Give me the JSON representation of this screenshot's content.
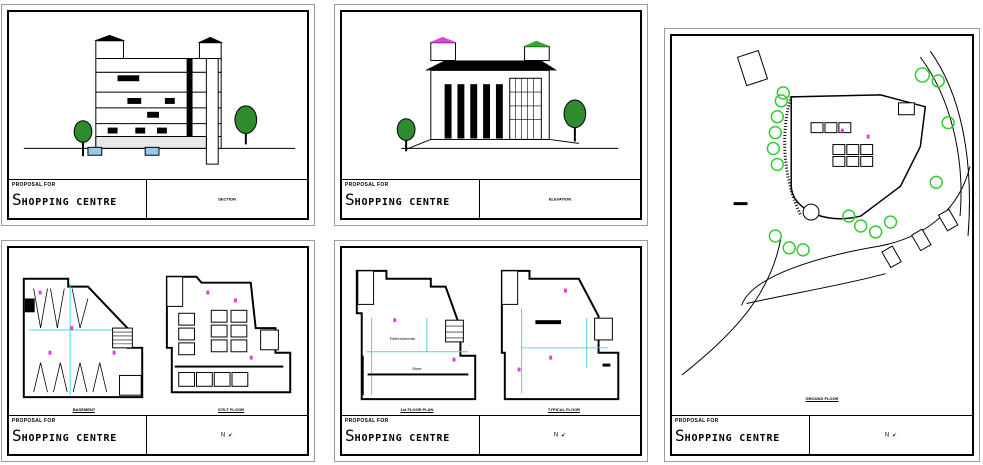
{
  "colors": {
    "accent_magenta": "#e040e0",
    "accent_cyan": "#40d8e8",
    "tree_green": "#33cc33",
    "ink": "#000000"
  },
  "title_block": {
    "proposal": "PROPOSAL FOR",
    "title_initial": "S",
    "title_rest": "HOPPING CENTRE"
  },
  "sheets": {
    "section": {
      "drawing_name": "SECTION"
    },
    "elevation": {
      "drawing_name": "ELEVATION"
    },
    "plans_a": {
      "left_label": "BASEMENT",
      "right_label": "STILT FLOOR"
    },
    "plans_b": {
      "left_label": "1st FLOOR PLAN",
      "right_label": "TYPICAL FLOOR",
      "room_1": "Refreshments",
      "room_2": "Store"
    },
    "site": {
      "label": "GROUND FLOOR"
    }
  },
  "north_symbol": "N"
}
